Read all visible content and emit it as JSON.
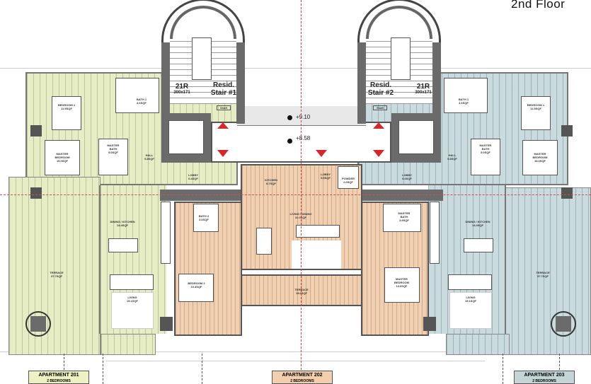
{
  "drawing": {
    "title": "2nd Floor",
    "colors": {
      "apartment_201": "#e6edc4",
      "apartment_202": "#f1d0b2",
      "apartment_203": "#c9dbde",
      "walls": "#6b6b6b",
      "markers": "#d8262b"
    }
  },
  "stairs": [
    {
      "label": "Resid.\nStair #1",
      "risers": "21R",
      "spec": "300x171"
    },
    {
      "label": "Resid.\nStair #2",
      "risers": "21R",
      "spec": "300x171"
    }
  ],
  "elevations": {
    "upper": "+9.10",
    "lower": "+8.58"
  },
  "apartments": [
    {
      "id": "apartment-201",
      "name": "APARTMENT 201",
      "bedrooms": "2 BEDROOMS",
      "rooms": {
        "bedroom": "BEDROOM 1\n11.5SQF",
        "bath": "BATH 1\n4.6SQF",
        "master_bath": "MASTER\nBATH\n5.0SQF",
        "master_bedroom": "MASTER\nBEDROOM\n15.0SQF",
        "hall": "HALL\n5.8SQF",
        "lobby": "LOBBY\n6.4SQF",
        "dining_kitchen": "DINING / KITCHEN\n14.4SQF",
        "terrace": "TERRACE\n37.7SQF",
        "living": "LIVING\n15.1SQF"
      }
    },
    {
      "id": "apartment-202",
      "name": "APARTMENT 202",
      "bedrooms": "2 BEDROOMS",
      "rooms": {
        "kitchen": "KITCHEN\n8.7SQF",
        "lobby": "LOBBY\n5.5SQF",
        "powder": "POWDER\n2.0SQF",
        "living_dining": "LIVING / DINING\n31.0SQF",
        "bath": "BATH 2\n3.6SQF",
        "bedroom": "BEDROOM 2\n10.3SQF",
        "master_bath": "MASTER\nBATH\n3.9SQF",
        "master_bedroom": "MASTER\nBEDROOM\n14.0SQF",
        "terrace": "TERRACE\n15.6SQF"
      }
    },
    {
      "id": "apartment-203",
      "name": "APARTMENT 203",
      "bedrooms": "2 BEDROOMS",
      "rooms": {
        "bedroom": "BEDROOM 1\n11.5SQF",
        "bath": "BATH 1\n4.6SQF",
        "master_bath": "MASTER\nBATH\n5.0SQF",
        "master_bedroom": "MASTER\nBEDROOM\n15.0SQF",
        "hall": "HALL\n5.8SQF",
        "lobby": "LOBBY\n6.4SQF",
        "dining_kitchen": "DINING / KITCHEN\n14.4SQF",
        "terrace": "TERRACE\n37.7SQF",
        "living": "LIVING\n15.1SQF"
      }
    }
  ],
  "markers": {
    "shaft": "Shaft"
  }
}
